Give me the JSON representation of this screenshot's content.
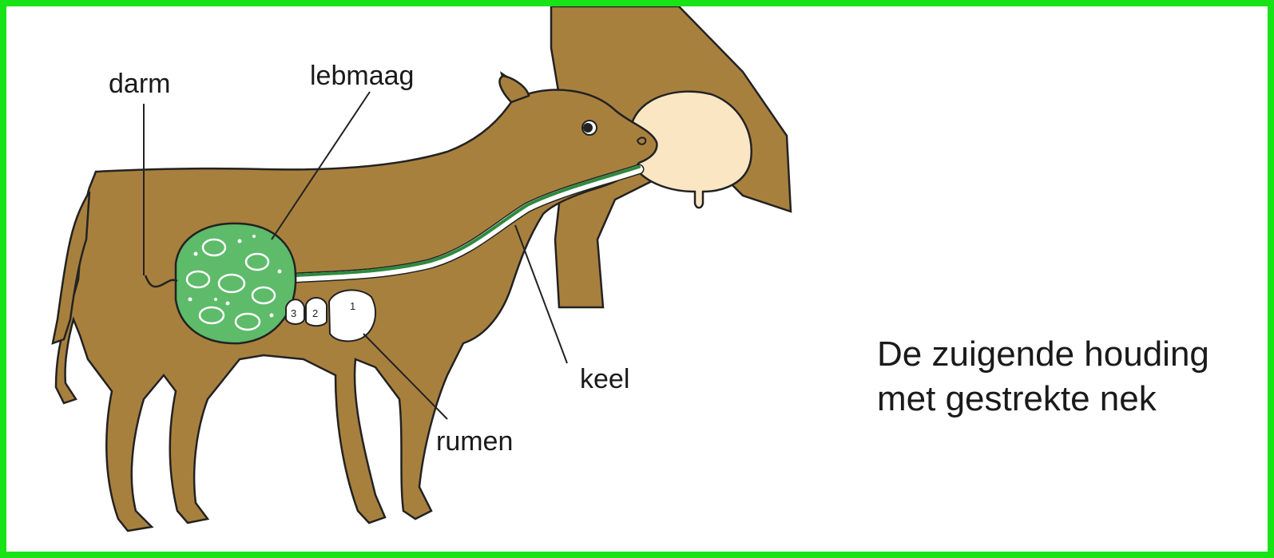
{
  "labels": {
    "darm": "darm",
    "lebmaag": "lebmaag",
    "keel": "keel",
    "rumen": "rumen"
  },
  "stomach_numbers": [
    "3",
    "2",
    "1"
  ],
  "caption": {
    "line1": "De zuigende houding",
    "line2": "met gestrekte nek"
  },
  "colors": {
    "border": "#17e317",
    "calf": "#a8803e",
    "mother": "#a8803e",
    "udder": "#fbe6c4",
    "abomasum": "#5dbb6a",
    "esophagus": "#2f8a3e"
  }
}
